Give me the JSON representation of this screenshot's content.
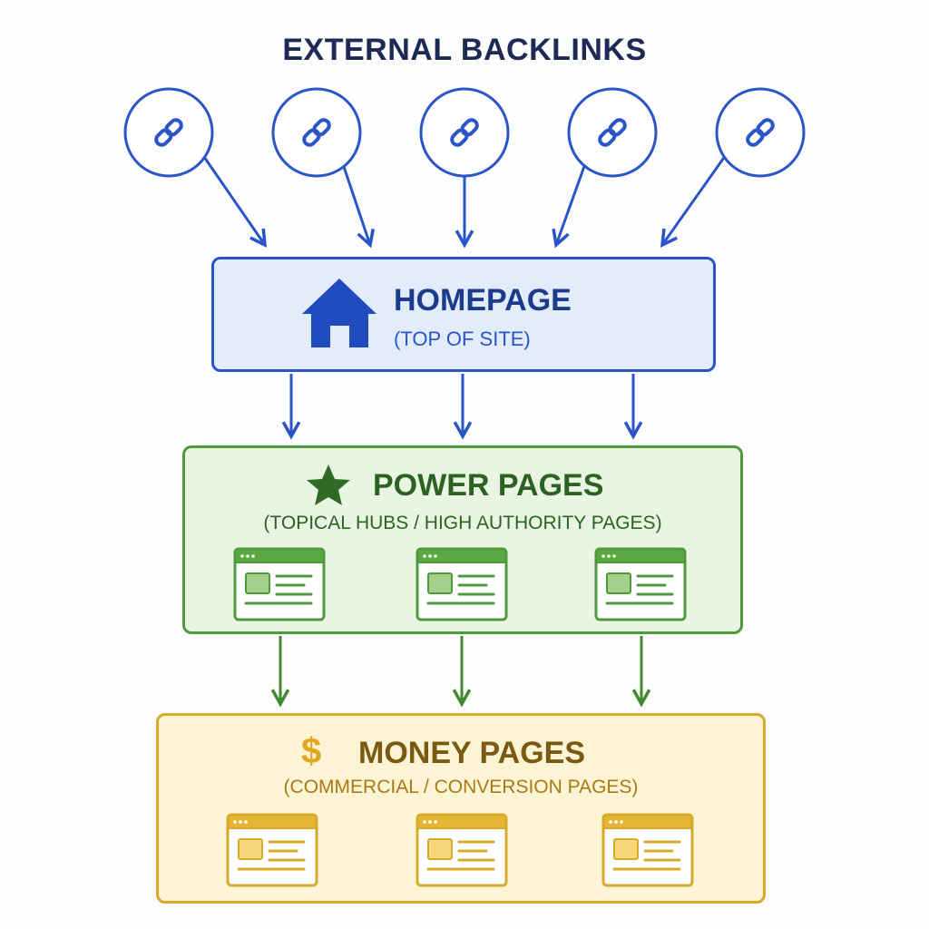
{
  "title": "EXTERNAL BACKLINKS",
  "backlinks": [
    {
      "icon": "link-icon"
    },
    {
      "icon": "link-icon"
    },
    {
      "icon": "link-icon"
    },
    {
      "icon": "link-icon"
    },
    {
      "icon": "link-icon"
    }
  ],
  "homepage": {
    "icon": "house-icon",
    "title": "HOMEPAGE",
    "subtitle": "(TOP OF SITE)",
    "color": "#2a55c8",
    "fill": "#e2ecfb"
  },
  "power_pages": {
    "icon": "star-icon",
    "title": "POWER PAGES",
    "subtitle": "(TOPICAL HUBS / HIGH AUTHORITY PAGES)",
    "page_icon": "webpage-icon",
    "page_count": 3,
    "color": "#4f9a3c",
    "fill": "#e9f5e2"
  },
  "money_pages": {
    "icon": "dollar-icon",
    "icon_glyph": "$",
    "title": "MONEY PAGES",
    "subtitle": "(COMMERCIAL / CONVERSION PAGES)",
    "page_icon": "webpage-icon",
    "page_count": 3,
    "color": "#d6ab2c",
    "fill": "#fdf4d6"
  }
}
